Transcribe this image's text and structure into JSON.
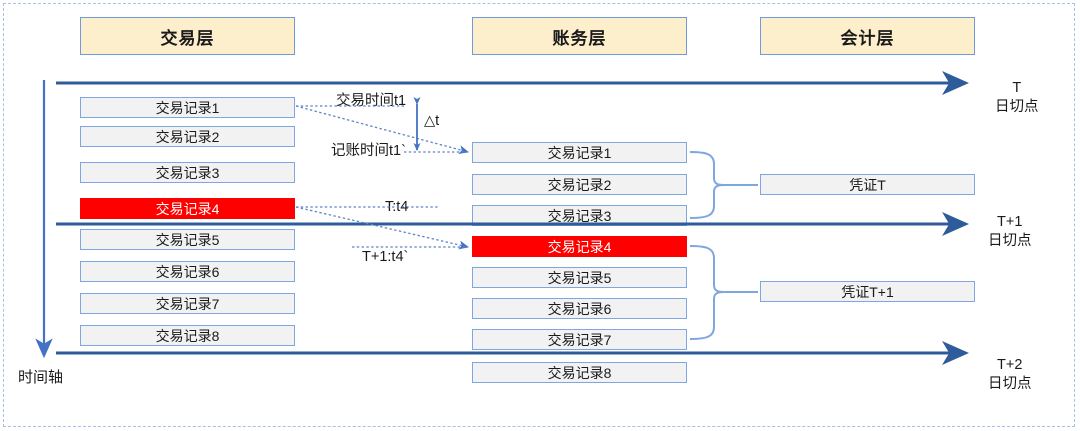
{
  "diagram": {
    "title": "交易记账会计分层时间轴图",
    "colors": {
      "header_fill": "#FDEFCC",
      "box_fill": "#F2F2F2",
      "box_border": "#7EA6E0",
      "highlight": "#FF0000",
      "arrow": "#2E5C9A",
      "dotted": "#5B84C4"
    }
  },
  "layers": [
    {
      "name": "transaction-layer",
      "label": "交易层"
    },
    {
      "name": "account-layer",
      "label": "账务层"
    },
    {
      "name": "accounting-layer",
      "label": "会计层"
    }
  ],
  "transaction_records": [
    {
      "label": "交易记录1",
      "highlight": false
    },
    {
      "label": "交易记录2",
      "highlight": false
    },
    {
      "label": "交易记录3",
      "highlight": false
    },
    {
      "label": "交易记录4",
      "highlight": true
    },
    {
      "label": "交易记录5",
      "highlight": false
    },
    {
      "label": "交易记录6",
      "highlight": false
    },
    {
      "label": "交易记录7",
      "highlight": false
    },
    {
      "label": "交易记录8",
      "highlight": false
    }
  ],
  "account_records": [
    {
      "label": "交易记录1",
      "highlight": false
    },
    {
      "label": "交易记录2",
      "highlight": false
    },
    {
      "label": "交易记录3",
      "highlight": false
    },
    {
      "label": "交易记录4",
      "highlight": true
    },
    {
      "label": "交易记录5",
      "highlight": false
    },
    {
      "label": "交易记录6",
      "highlight": false
    },
    {
      "label": "交易记录7",
      "highlight": false
    },
    {
      "label": "交易记录8",
      "highlight": false
    }
  ],
  "vouchers": [
    {
      "label": "凭证T"
    },
    {
      "label": "凭证T+1"
    }
  ],
  "annotations": {
    "trade_time": "交易时间t1",
    "delta": "△t",
    "booking_time": "记账时间t1`",
    "t_t4": "T:t4",
    "t1_t4": "T+1:t4`"
  },
  "cut_points": [
    {
      "line1": "T",
      "line2": "日切点"
    },
    {
      "line1": "T+1",
      "line2": "日切点"
    },
    {
      "line1": "T+2",
      "line2": "日切点"
    }
  ],
  "time_axis": {
    "label": "时间轴"
  }
}
